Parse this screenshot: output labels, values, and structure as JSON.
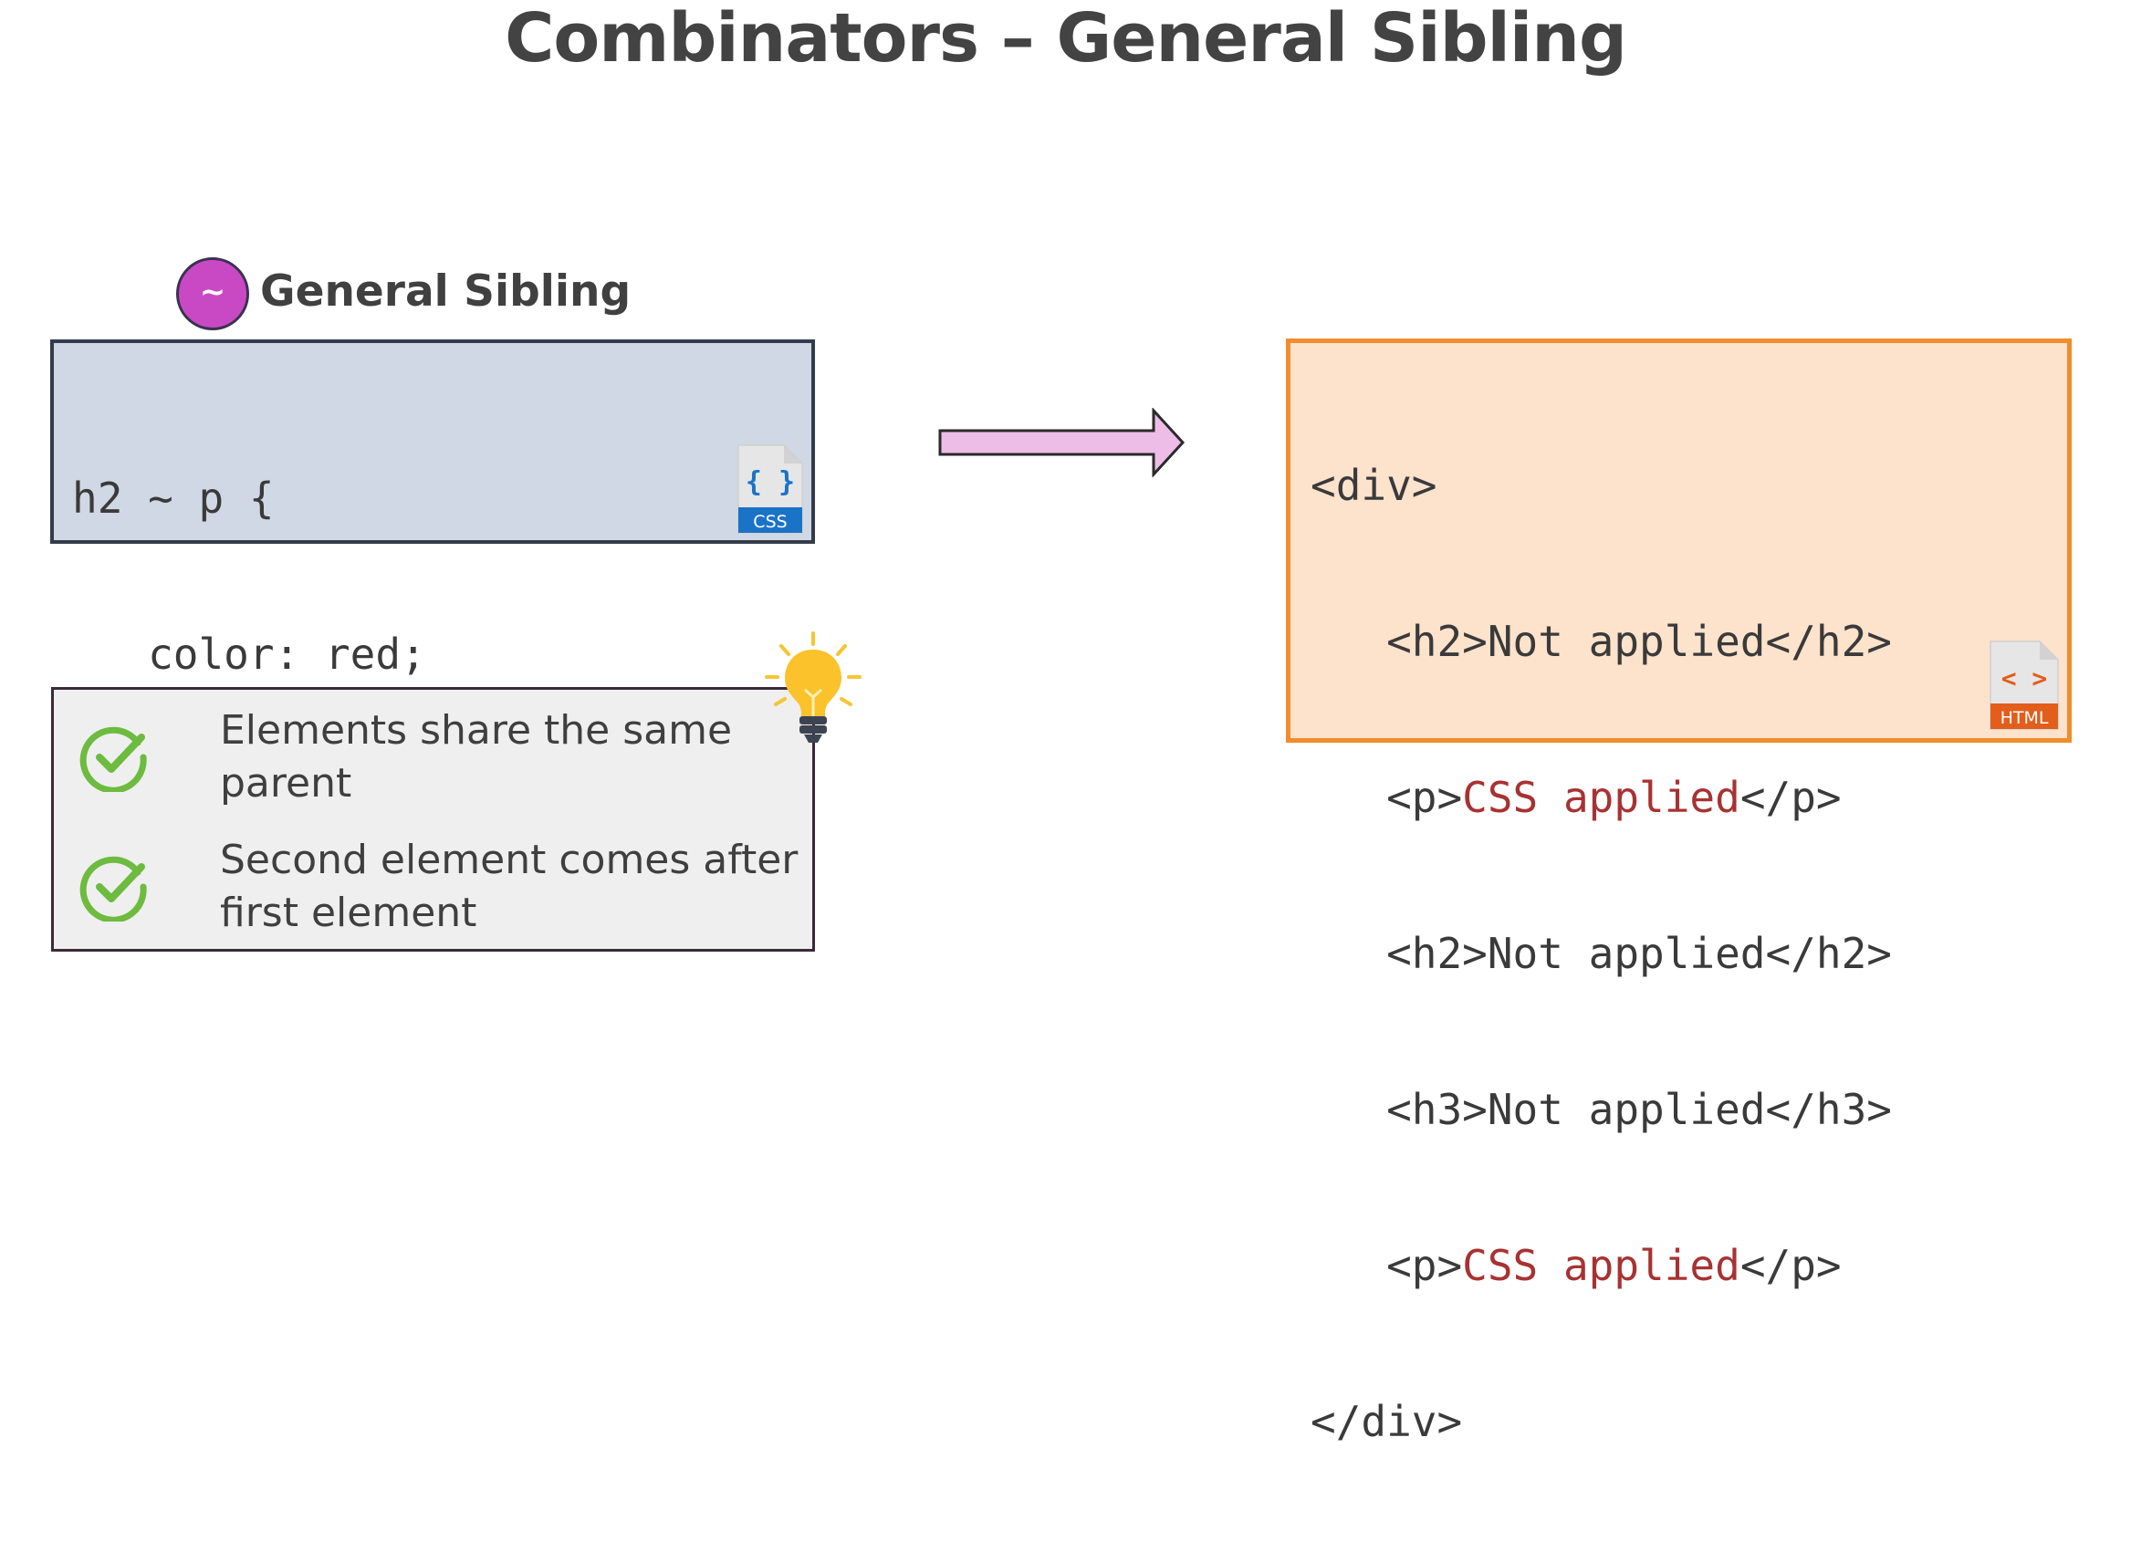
{
  "title": "Combinators – General Sibling",
  "selector": {
    "badge_symbol": "~",
    "label": "General Sibling",
    "badge_color": "#c949c4"
  },
  "css_code": {
    "lines": [
      "h2 ~ p {",
      "   color: red;",
      "}"
    ],
    "icon_label": "CSS",
    "icon_glyph": "{ }"
  },
  "html_code": {
    "lines": [
      {
        "pre": "<div>",
        "hl": "",
        "post": ""
      },
      {
        "pre": "   <h2>Not applied</h2>",
        "hl": "",
        "post": ""
      },
      {
        "pre": "   <p>",
        "hl": "CSS applied",
        "post": "</p>"
      },
      {
        "pre": "   <h2>Not applied</h2>",
        "hl": "",
        "post": ""
      },
      {
        "pre": "   <h3>Not applied</h3>",
        "hl": "",
        "post": ""
      },
      {
        "pre": "   <p>",
        "hl": "CSS applied",
        "post": "</p>"
      },
      {
        "pre": "</div>",
        "hl": "",
        "post": ""
      }
    ],
    "icon_label": "HTML",
    "icon_glyph": "< >",
    "highlight_color": "#a83232"
  },
  "tips": [
    "Elements share the same parent",
    "Second element comes after first element"
  ],
  "icons": {
    "tips": "check-circle-icon",
    "hint": "lightbulb-icon",
    "arrow": "arrow-right-icon"
  }
}
